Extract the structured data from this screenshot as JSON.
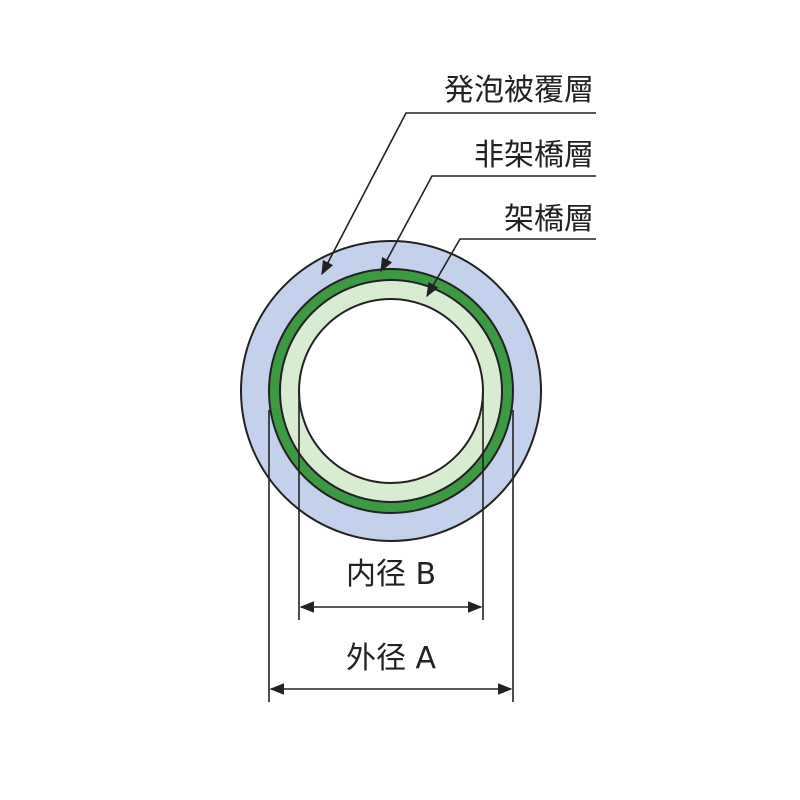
{
  "layers": {
    "foam_cover": {
      "label": "発泡被覆層",
      "color": "#c4d1ec"
    },
    "non_crosslinked": {
      "label": "非架橋層",
      "color": "#3c9a42"
    },
    "crosslinked": {
      "label": "架橋層",
      "color": "#d8ecd2"
    }
  },
  "bore_color": "#ffffff",
  "outline_color": "#222222",
  "dimensions": {
    "inner": {
      "label": "内径 B"
    },
    "outer": {
      "label": "外径 A"
    }
  }
}
